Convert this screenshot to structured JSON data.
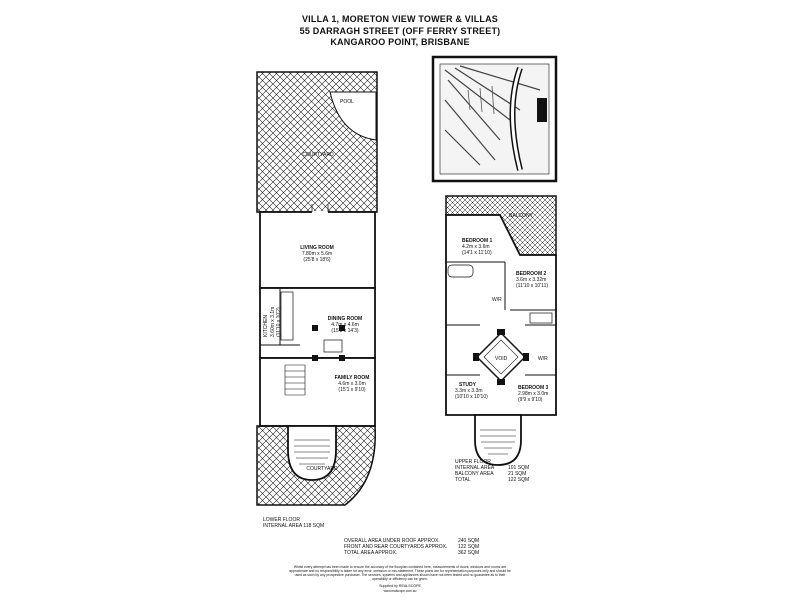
{
  "title": {
    "line1": "VILLA 1, MORETON VIEW TOWER & VILLAS",
    "line2": "55 DARRAGH STREET (OFF FERRY STREET)",
    "line3": "KANGAROO POINT, BRISBANE"
  },
  "lower_floor": {
    "pool": "POOL",
    "courtyard_top": "COURTYARD",
    "courtyard_bottom": "COURTYARD",
    "living": {
      "name": "LIVING ROOM",
      "metric": "7.80m x 5.6m",
      "imperial": "(25'8 x 18'6)"
    },
    "kitchen": {
      "name": "KITCHEN",
      "metric": "3.60m x 3.1m",
      "imperial": "(11'10 x 10'2)"
    },
    "dining": {
      "name": "DINING ROOM",
      "metric": "4.7m x 4.6m",
      "imperial": "(15'5 x 14'3)"
    },
    "family": {
      "name": "FAMILY ROOM",
      "metric": "4.6m x 3.0m",
      "imperial": "(15'1 x 9'10)"
    },
    "label": "LOWER FLOOR",
    "area": "INTERNAL AREA 118 SQM"
  },
  "upper_floor": {
    "balcony": "BALCONY",
    "bed1": {
      "name": "BEDROOM 1",
      "metric": "4.2m x 3.6m",
      "imperial": "(14'1 x 11'10)"
    },
    "bed2": {
      "name": "BEDROOM 2",
      "metric": "3.6m x 3.32m",
      "imperial": "(11'10 x 10'11)"
    },
    "wr1": "W/R",
    "wr2": "W/R",
    "void": "VOID",
    "study": {
      "name": "STUDY",
      "metric": "3.3m x 3.3m",
      "imperial": "(10'10 x 10'10)"
    },
    "bed3": {
      "name": "BEDROOM 3",
      "metric": "2.98m x 3.0m",
      "imperial": "(9'9 x 9'10)"
    },
    "label": "UPPER FLOOR",
    "areas": [
      {
        "label": "INTERNAL AREA",
        "value": "101 SQM"
      },
      {
        "label": "BALCONY AREA",
        "value": "21 SQM"
      },
      {
        "label": "TOTAL",
        "value": "122 SQM"
      }
    ]
  },
  "totals": [
    {
      "label": "OVERALL AREA UNDER ROOF APPROX.",
      "value": "240 SQM"
    },
    {
      "label": "FRONT AND REAR COURTYARDS APPROX.",
      "value": "122 SQM"
    },
    {
      "label": "TOTAL AREA APPROX.",
      "value": "362 SQM"
    }
  ],
  "disclaimer": [
    "Whilst every attempt has been made to ensure the accuracy of the floorplan contained here, measurements of doors, windows and rooms are",
    "approximate and no responsibility is taken for any error, omission or mis-statement. These plans are for representation purposes only and should be",
    "used as such by any prospective purchaser. The services, systems and appliances shown have not been tested and no guarantee as to their",
    "operability or efficiency can be given."
  ],
  "credit": {
    "line1": "Supplied by REALSCOPE",
    "line2": "www.realscope.com.au"
  },
  "colors": {
    "ink": "#111111",
    "hatch": "#222222"
  }
}
